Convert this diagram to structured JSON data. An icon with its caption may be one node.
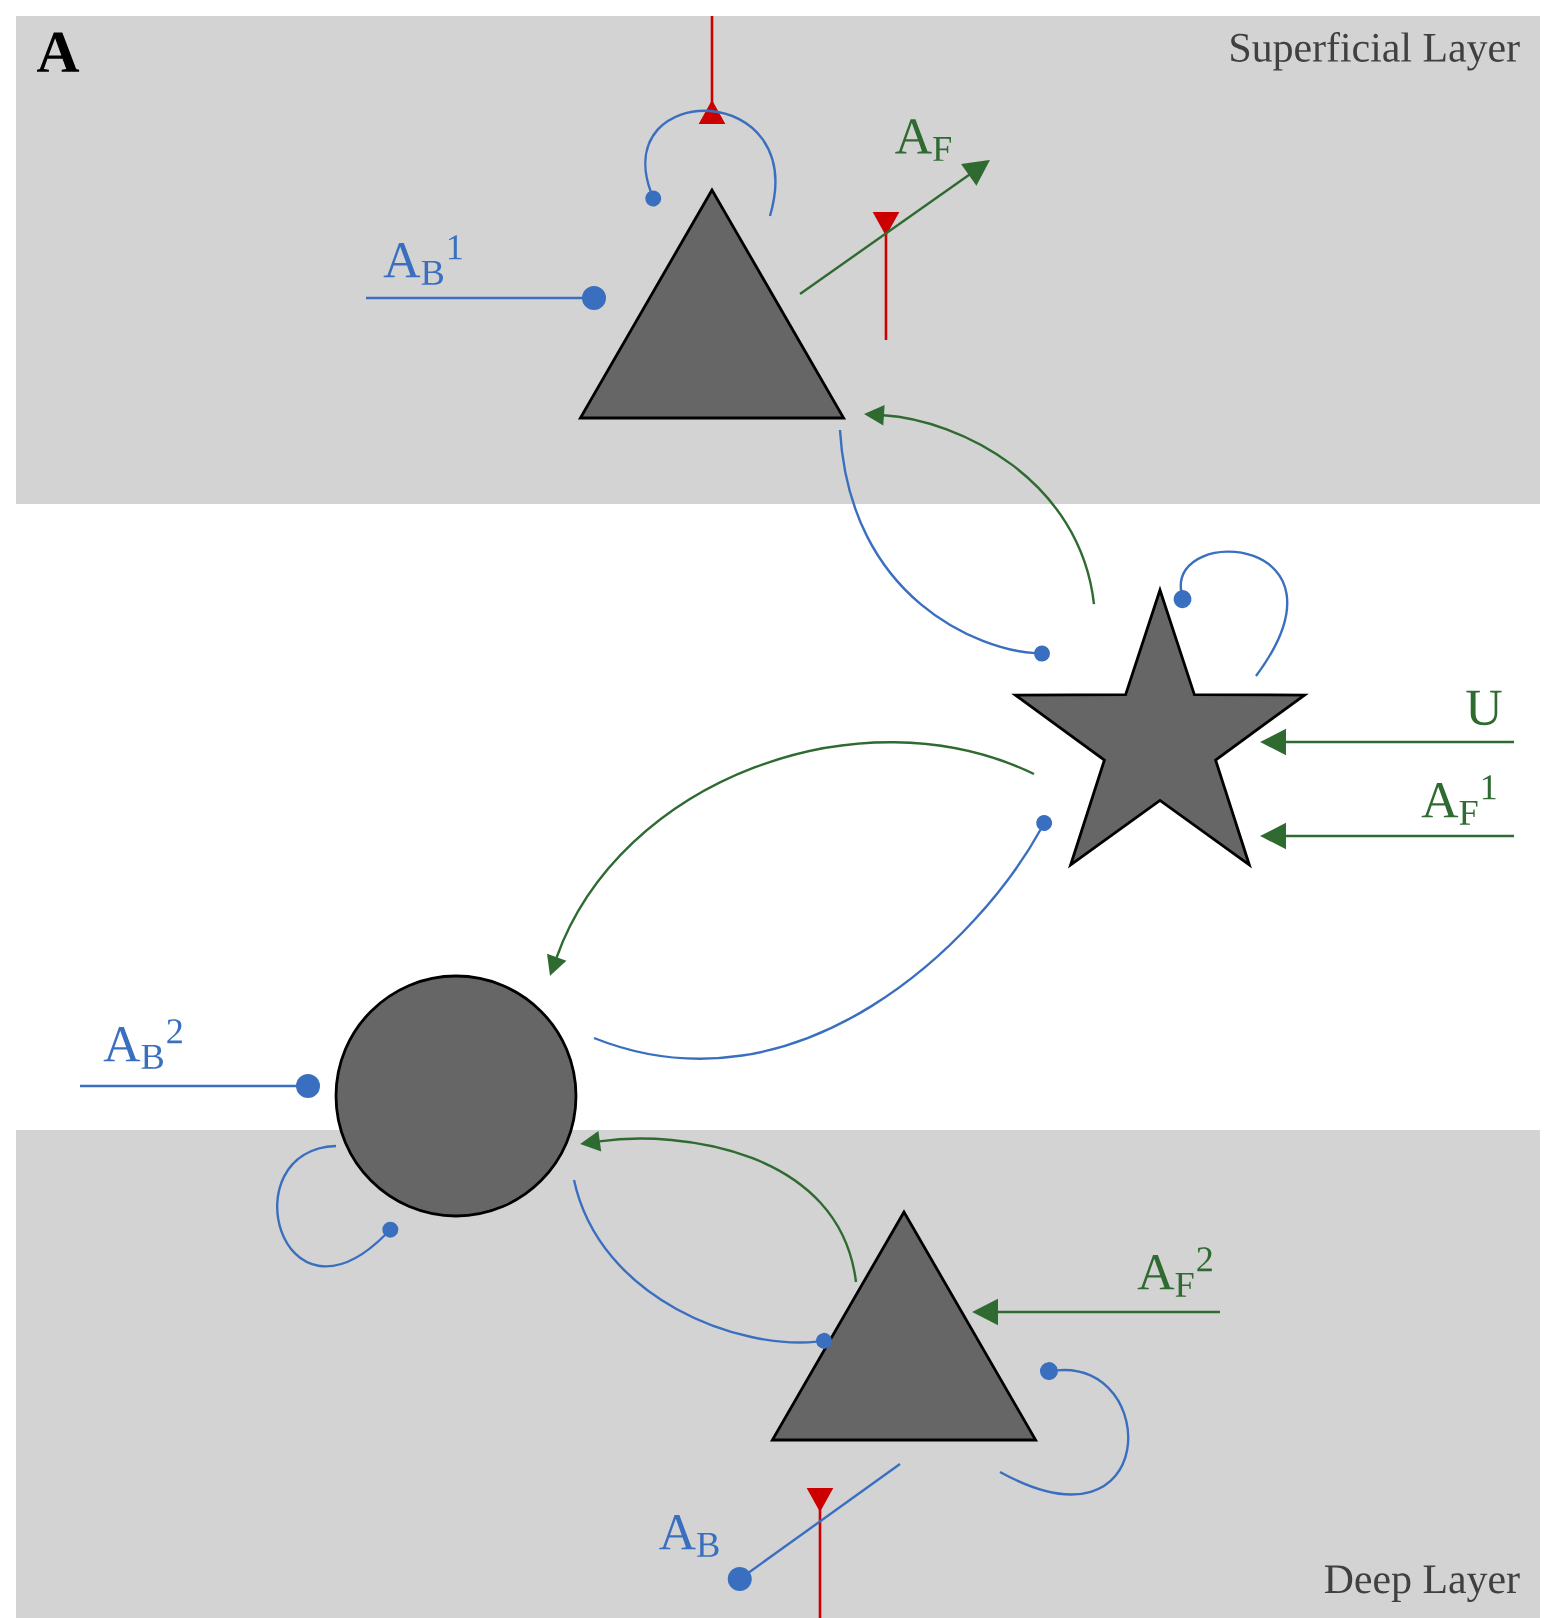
{
  "diagram": {
    "nodes": [
      {
        "text": [
          "Superficial Layer"
        ]
      },
      {
        "text": [
          "Deep Layer"
        ]
      },
      {
        "text": [],
        "shape": "triangle",
        "in": 0
      },
      {
        "text": [],
        "shape": "star"
      },
      {
        "text": [],
        "shape": "circle"
      },
      {
        "text": [],
        "shape": "triangle",
        "in": 1
      }
    ],
    "edges": [
      {
        "from": null,
        "to": 2,
        "arrow": "other",
        "label": "A$_{B}$$^{1}$"
      },
      {
        "from": 2,
        "to": 2,
        "arrow": "other"
      },
      {
        "from": 2,
        "to": null,
        "arrow": "to",
        "label": "A$_{F}$",
        "color": "#2f6b30"
      },
      {
        "from": 2,
        "to": 3,
        "arrow": "other"
      },
      {
        "from": 3,
        "to": 2,
        "arrow": "to",
        "color": "#2f6b30"
      },
      {
        "from": 3,
        "to": 3,
        "arrow": "other"
      },
      {
        "from": null,
        "to": 3,
        "arrow": "to",
        "label": "U",
        "color": "#2f6b30"
      },
      {
        "from": null,
        "to": 3,
        "arrow": "to",
        "label": "A$_{F}$$^{1}$",
        "color": "#2f6b30"
      },
      {
        "from": 3,
        "to": 4,
        "arrow": "to",
        "color": "#2f6b30"
      },
      {
        "from": 4,
        "to": 3,
        "arrow": "other"
      },
      {
        "from": null,
        "to": 4,
        "arrow": "other",
        "label": "A$_{B}$$^{2}$"
      },
      {
        "from": 4,
        "to": 4,
        "arrow": "other"
      },
      {
        "from": 5,
        "to": 4,
        "arrow": "to",
        "color": "#2f6b30"
      },
      {
        "from": 4,
        "to": 5,
        "arrow": "other"
      },
      {
        "from": null,
        "to": 5,
        "arrow": "to",
        "label": "A$_{F}$$^{2}$",
        "color": "#2f6b30"
      },
      {
        "from": 5,
        "to": 5,
        "arrow": "other"
      },
      {
        "from": 5,
        "to": null,
        "arrow": "other",
        "label": "A$_{B}$"
      }
    ],
    "labels": [
      "A"
    ]
  }
}
